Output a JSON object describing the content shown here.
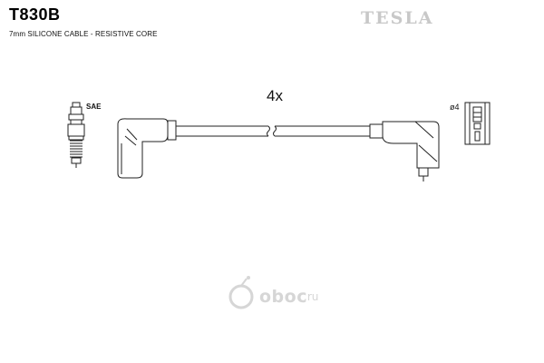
{
  "product": {
    "code": "T830B",
    "description": "7mm SILICONE CABLE - RESISTIVE CORE"
  },
  "brand": {
    "name": "TESLA",
    "color": "#c8c8c8"
  },
  "diagram": {
    "quantity_label": "4x",
    "plug_type_label": "SAE",
    "terminal_label": "ø4"
  },
  "watermark": {
    "name": "oboc",
    "tld": ".ru",
    "color": "#d6d6d6"
  },
  "colors": {
    "line": "#222222",
    "fill": "#ffffff"
  }
}
